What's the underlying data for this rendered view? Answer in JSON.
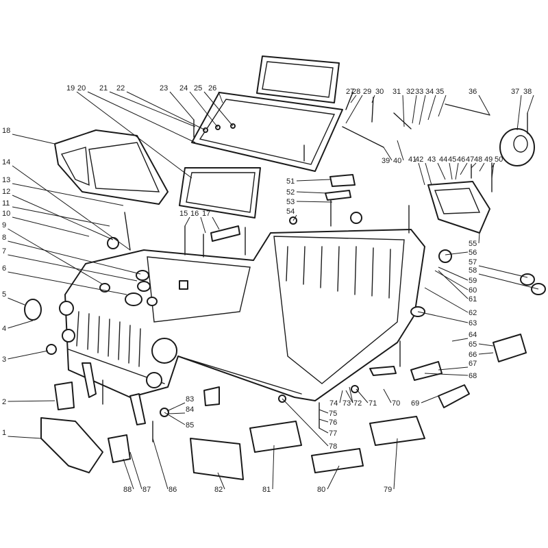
{
  "labels": [
    "1",
    "2",
    "3",
    "4",
    "5",
    "6",
    "7",
    "8",
    "9",
    "10",
    "11",
    "12",
    "13",
    "14",
    "15",
    "16",
    "17",
    "18",
    "19",
    "20",
    "21",
    "22",
    "23",
    "24",
    "25",
    "26",
    "27",
    "28",
    "29",
    "30",
    "31",
    "32",
    "33",
    "34",
    "35",
    "36",
    "37",
    "38",
    "39",
    "40",
    "41",
    "42",
    "43",
    "44",
    "45",
    "46",
    "47",
    "48",
    "49",
    "50",
    "51",
    "52",
    "53",
    "54",
    "55",
    "56",
    "57",
    "58",
    "59",
    "60",
    "61",
    "62",
    "63",
    "64",
    "65",
    "66",
    "67",
    "68",
    "69",
    "70",
    "71",
    "72",
    "73",
    "74",
    "75",
    "76",
    "77",
    "78",
    "79",
    "80",
    "81",
    "82",
    "83",
    "84",
    "85",
    "86",
    "87",
    "88"
  ]
}
